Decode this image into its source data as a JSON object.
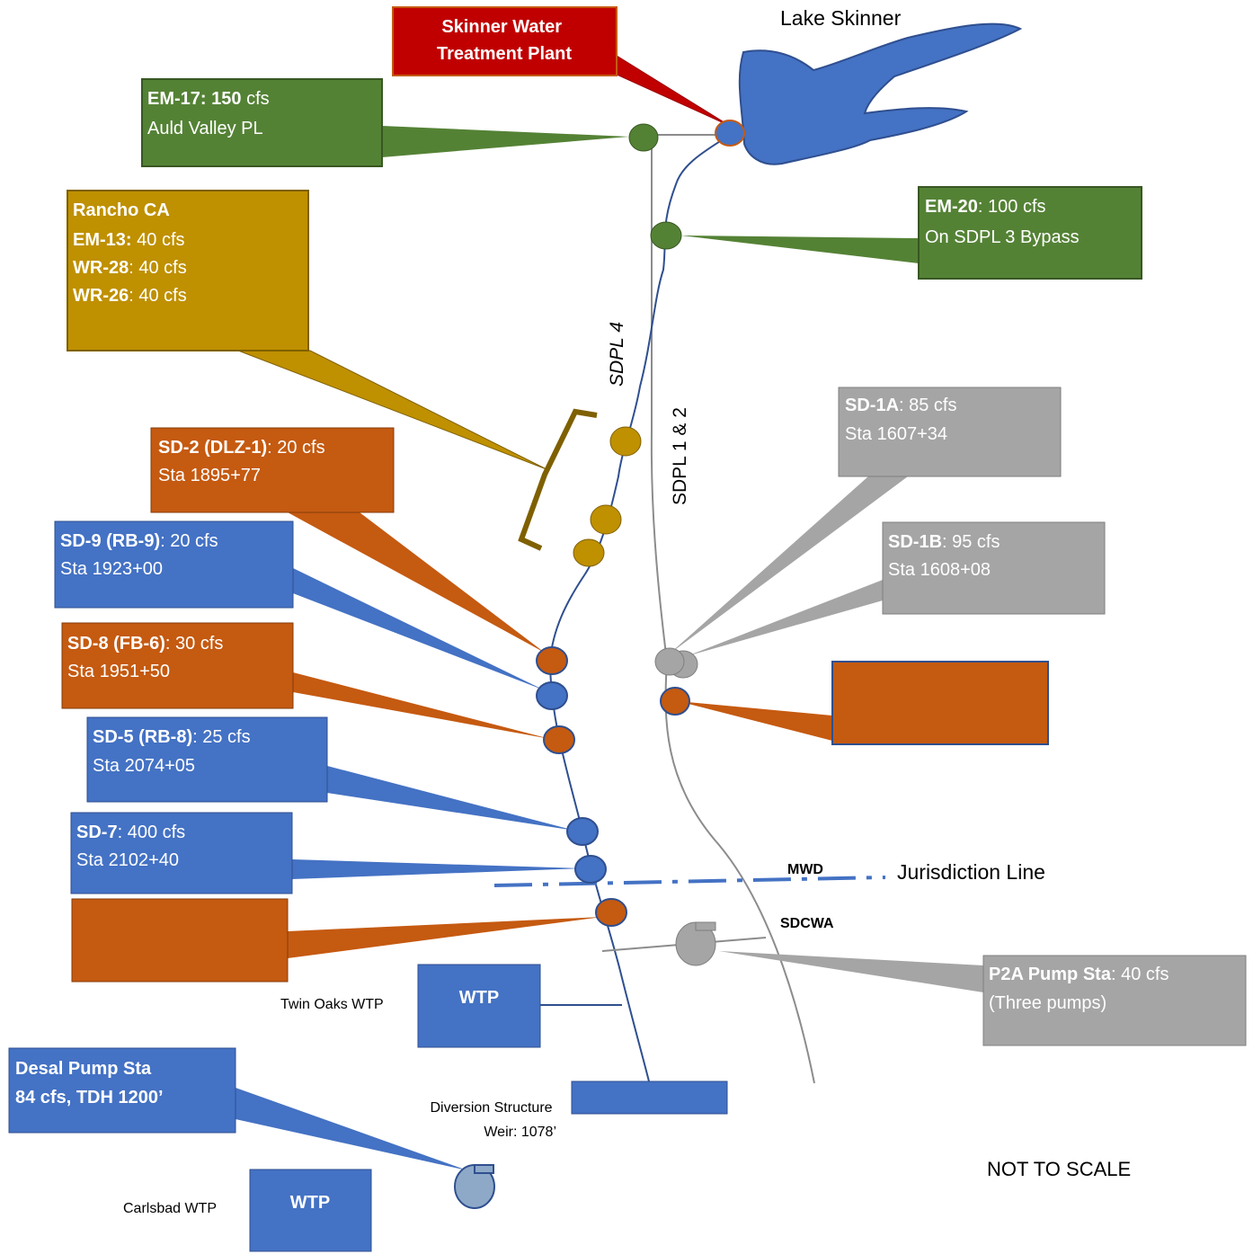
{
  "colors": {
    "blue": "#4472c4",
    "orange": "#c55a11",
    "green": "#548235",
    "gold": "#bf9000",
    "gray": "#a5a5a5",
    "red": "#c00000",
    "pipe_blue": "#2f4f8f",
    "pipe_gray": "#8c8c8c"
  },
  "lake": {
    "label": "Lake Skinner"
  },
  "skinner_plant": {
    "line1": "Skinner Water",
    "line2": "Treatment Plant"
  },
  "em17": {
    "id": "EM-17:",
    "value": "150",
    "unit": " cfs",
    "line2": "Auld Valley PL"
  },
  "em20": {
    "id": "EM-20",
    "rest": ": 100 cfs",
    "line2": "On SDPL 3 Bypass"
  },
  "rancho": {
    "title": "Rancho CA",
    "items": [
      {
        "id": "EM-13:",
        "rest": " 40 cfs"
      },
      {
        "id": "WR-28",
        "rest": ": 40 cfs"
      },
      {
        "id": "WR-26",
        "rest": ": 40 cfs"
      }
    ]
  },
  "sd2": {
    "id": "SD-2 (DLZ-1)",
    "rest": ": 20 cfs",
    "sta": "Sta 1895+77"
  },
  "sd9": {
    "id": "SD-9 (RB-9)",
    "rest": ": 20 cfs",
    "sta": "Sta 1923+00"
  },
  "sd8": {
    "id": "SD-8 (FB-6)",
    "rest": ": 30 cfs",
    "sta": "Sta 1951+50"
  },
  "sd5": {
    "id": "SD-5 (RB-8)",
    "rest": ": 25 cfs",
    "sta": "Sta 2074+05"
  },
  "sd7": {
    "id": "SD-7",
    "rest": ": 400 cfs",
    "sta": "Sta 2102+40"
  },
  "sd1a": {
    "id": "SD-1A",
    "rest": ": 85 cfs",
    "sta": "Sta 1607+34"
  },
  "sd1b": {
    "id": "SD-1B",
    "rest": ": 95 cfs",
    "sta": "Sta 1608+08"
  },
  "p2a": {
    "id": "P2A Pump Sta",
    "rest": ": 40 cfs",
    "line2": "(Three pumps)"
  },
  "desal": {
    "line1": "Desal Pump Sta",
    "line2": "84 cfs, TDH 1200’"
  },
  "pipelines": {
    "sdpl4": "SDPL 4",
    "sdpl12": "SDPL 1 & 2"
  },
  "jurisdiction": {
    "label": "Jurisdiction Line",
    "mwd": "MWD",
    "sdcwa": "SDCWA"
  },
  "twin_oaks": {
    "label": "Twin Oaks WTP",
    "box": "WTP"
  },
  "carlsbad": {
    "label": "Carlsbad WTP",
    "box": "WTP"
  },
  "diversion": {
    "line1": "Diversion Structure",
    "line2": "Weir: 1078’"
  },
  "note": "NOT TO SCALE"
}
